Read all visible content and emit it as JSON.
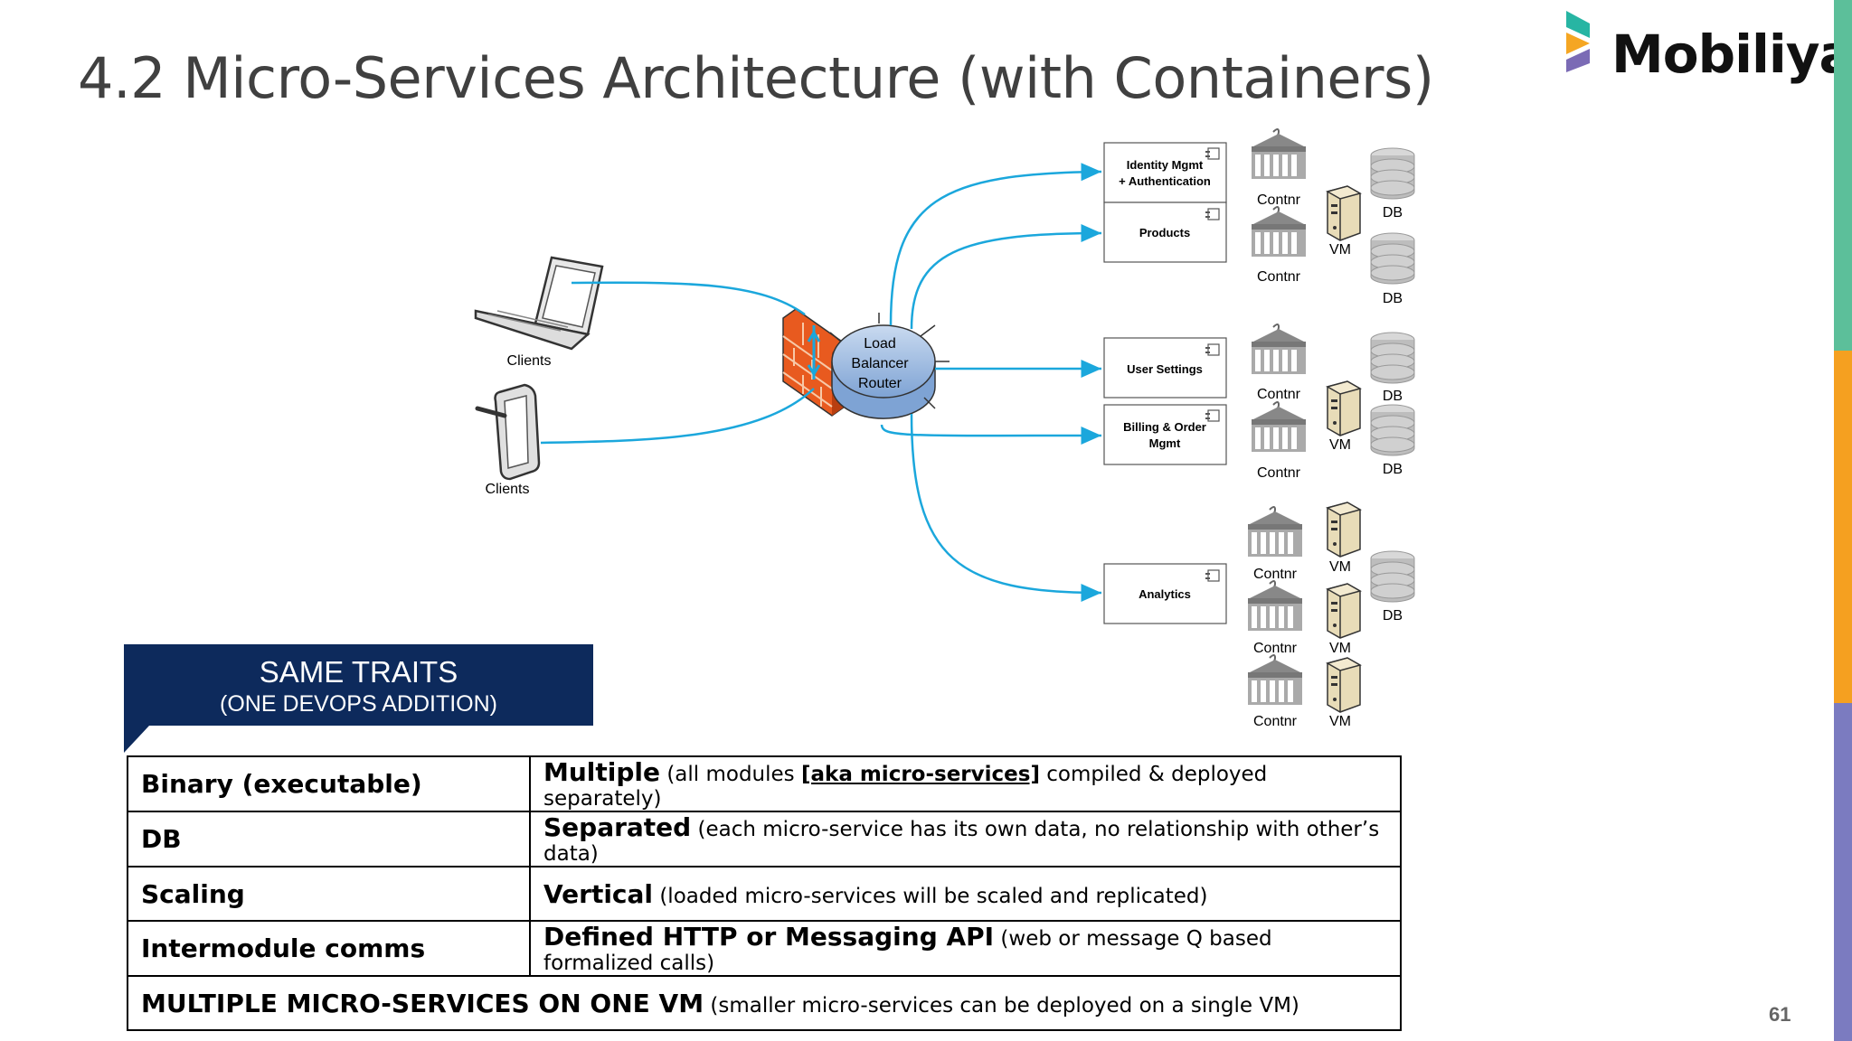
{
  "slide": {
    "title": "4.2 Micro-Services Architecture (with Containers)",
    "page_number": "61"
  },
  "logo": {
    "text": "Mobiliya",
    "colors": [
      "#27b5a3",
      "#f5a623",
      "#7b6bb5"
    ]
  },
  "sidebar_colors": [
    "#5cbf9a",
    "#f5a020",
    "#7b7bc0"
  ],
  "diagram": {
    "clients": [
      {
        "label": "Clients",
        "icon": "laptop-icon"
      },
      {
        "label": "Clients",
        "icon": "tablet-icon"
      }
    ],
    "router_lines": [
      "Load",
      "Balancer",
      "Router"
    ],
    "services": [
      {
        "lines": [
          "Identity Mgmt",
          "+ Authentication"
        ]
      },
      {
        "lines": [
          "Products"
        ]
      },
      {
        "lines": [
          "User Settings"
        ]
      },
      {
        "lines": [
          "Billing & Order",
          "Mgmt"
        ]
      },
      {
        "lines": [
          "Analytics"
        ]
      }
    ],
    "container_label": "Contnr",
    "vm_label": "VM",
    "db_label": "DB",
    "arrow_color": "#1ba7dc"
  },
  "traits": {
    "heading": "SAME TRAITS",
    "subheading": "(ONE DEVOPS ADDITION)",
    "rows": [
      {
        "key": "Binary (executable)",
        "value_bold": "Multiple",
        "value_pre": " (all modules ",
        "value_underline": "[aka micro-services]",
        "value_post": " compiled & deployed separately)"
      },
      {
        "key": "DB",
        "value_bold": "Separated",
        "value_pre": " (each micro-service has its own data, no relationship with other’s data)",
        "value_underline": "",
        "value_post": ""
      },
      {
        "key": "Scaling",
        "value_bold": "Vertical",
        "value_pre": " (loaded micro-services will be scaled and replicated)",
        "value_underline": "",
        "value_post": ""
      },
      {
        "key": "Intermodule comms",
        "value_bold": "Defined HTTP or Messaging API",
        "value_pre": " (web or message Q based formalized calls)",
        "value_underline": "",
        "value_post": ""
      }
    ],
    "footer_bold": "MULTIPLE MICRO-SERVICES ON ONE VM",
    "footer_rest": " (smaller micro-services can be deployed on a single VM)"
  }
}
